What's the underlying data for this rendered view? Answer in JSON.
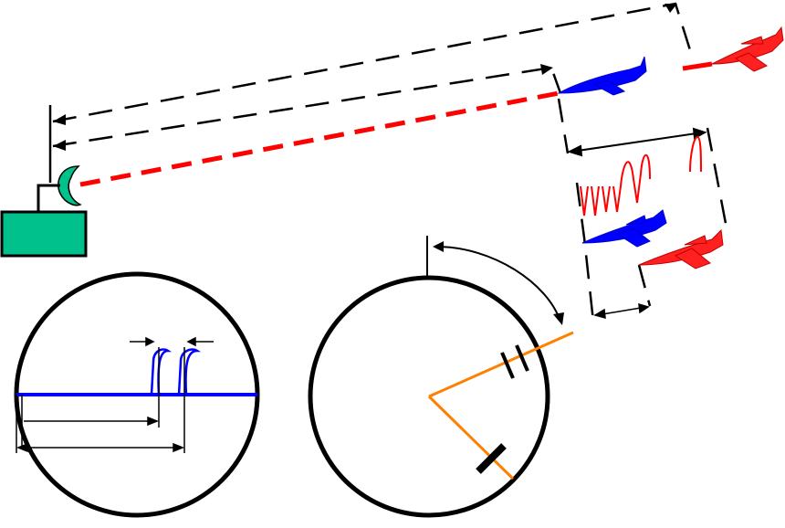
{
  "colors": {
    "line": "#000000",
    "radar_body": "#00c08c",
    "beam": "#ff0000",
    "target_near": "#0000ff",
    "target_far": "#ff0000",
    "echo_pulse": "#ff0000",
    "scope_trace": "#0000ff",
    "bearing_line": "#ff8000",
    "background": "#ffffff"
  },
  "icons": {
    "radar_antenna": "crescent-antenna-icon",
    "radar_unit": "radar-cabinet-icon",
    "near_target": "blue-jet-icon",
    "far_target": "red-jet-icon"
  },
  "diagram": {
    "parts": [
      "radar-station",
      "range-lines",
      "beam",
      "targets",
      "echo-pulses",
      "range-scope",
      "bearing-scope"
    ]
  }
}
